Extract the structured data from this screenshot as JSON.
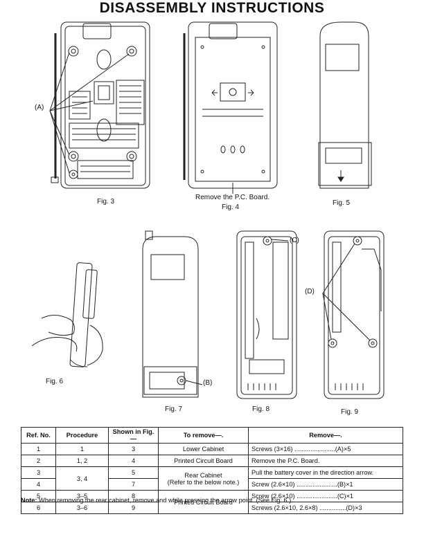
{
  "title": "DISASSEMBLY INSTRUCTIONS",
  "figures": {
    "fig3": {
      "caption": "Fig. 3",
      "callout": "(A)"
    },
    "fig4": {
      "caption": "Fig. 4",
      "subcaption": "Remove the P.C. Board."
    },
    "fig5": {
      "caption": "Fig. 5"
    },
    "fig6": {
      "caption": "Fig. 6"
    },
    "fig7": {
      "caption": "Fig. 7",
      "callout": "(B)"
    },
    "fig8": {
      "caption": "Fig. 8",
      "callout": "(C)"
    },
    "fig9": {
      "caption": "Fig. 9",
      "callout": "(D)"
    }
  },
  "table": {
    "headers": [
      "Ref. No.",
      "Procedure",
      "Shown in Fig.—",
      "To remove—.",
      "Remove—."
    ],
    "rows": [
      {
        "ref": "1",
        "procedure": "1",
        "fig": "3",
        "to_remove": "Lower Cabinet",
        "remove": "Screws (3×16) .......................(A)×5"
      },
      {
        "ref": "2",
        "procedure": "1, 2",
        "fig": "4",
        "to_remove": "Printed Circuit Board",
        "remove": "Remove the P.C. Board."
      },
      {
        "ref": "3",
        "procedure": "3, 4",
        "fig": "5",
        "to_remove": "Rear Cabinet",
        "to_remove_2": "(Refer to the below note.)",
        "remove": "Pull the battery cover in the direction arrow."
      },
      {
        "ref": "4",
        "fig": "7",
        "remove": "Screw (2.6×10) .......................(B)×1"
      },
      {
        "ref": "5",
        "procedure": "3–5",
        "fig": "8",
        "to_remove": "Printed Circuit Board",
        "remove": "Screw (2.6×10) .......................(C)×1"
      },
      {
        "ref": "6",
        "procedure": "3–6",
        "fig": "9",
        "remove": "Screws (2.6×10, 2.6×8) ...............(D)×3"
      }
    ]
  },
  "note": {
    "label": "Note:",
    "text": " When removing the rear cabinet, remove and while pressing the arrow point. (See Fig. 6.)"
  }
}
